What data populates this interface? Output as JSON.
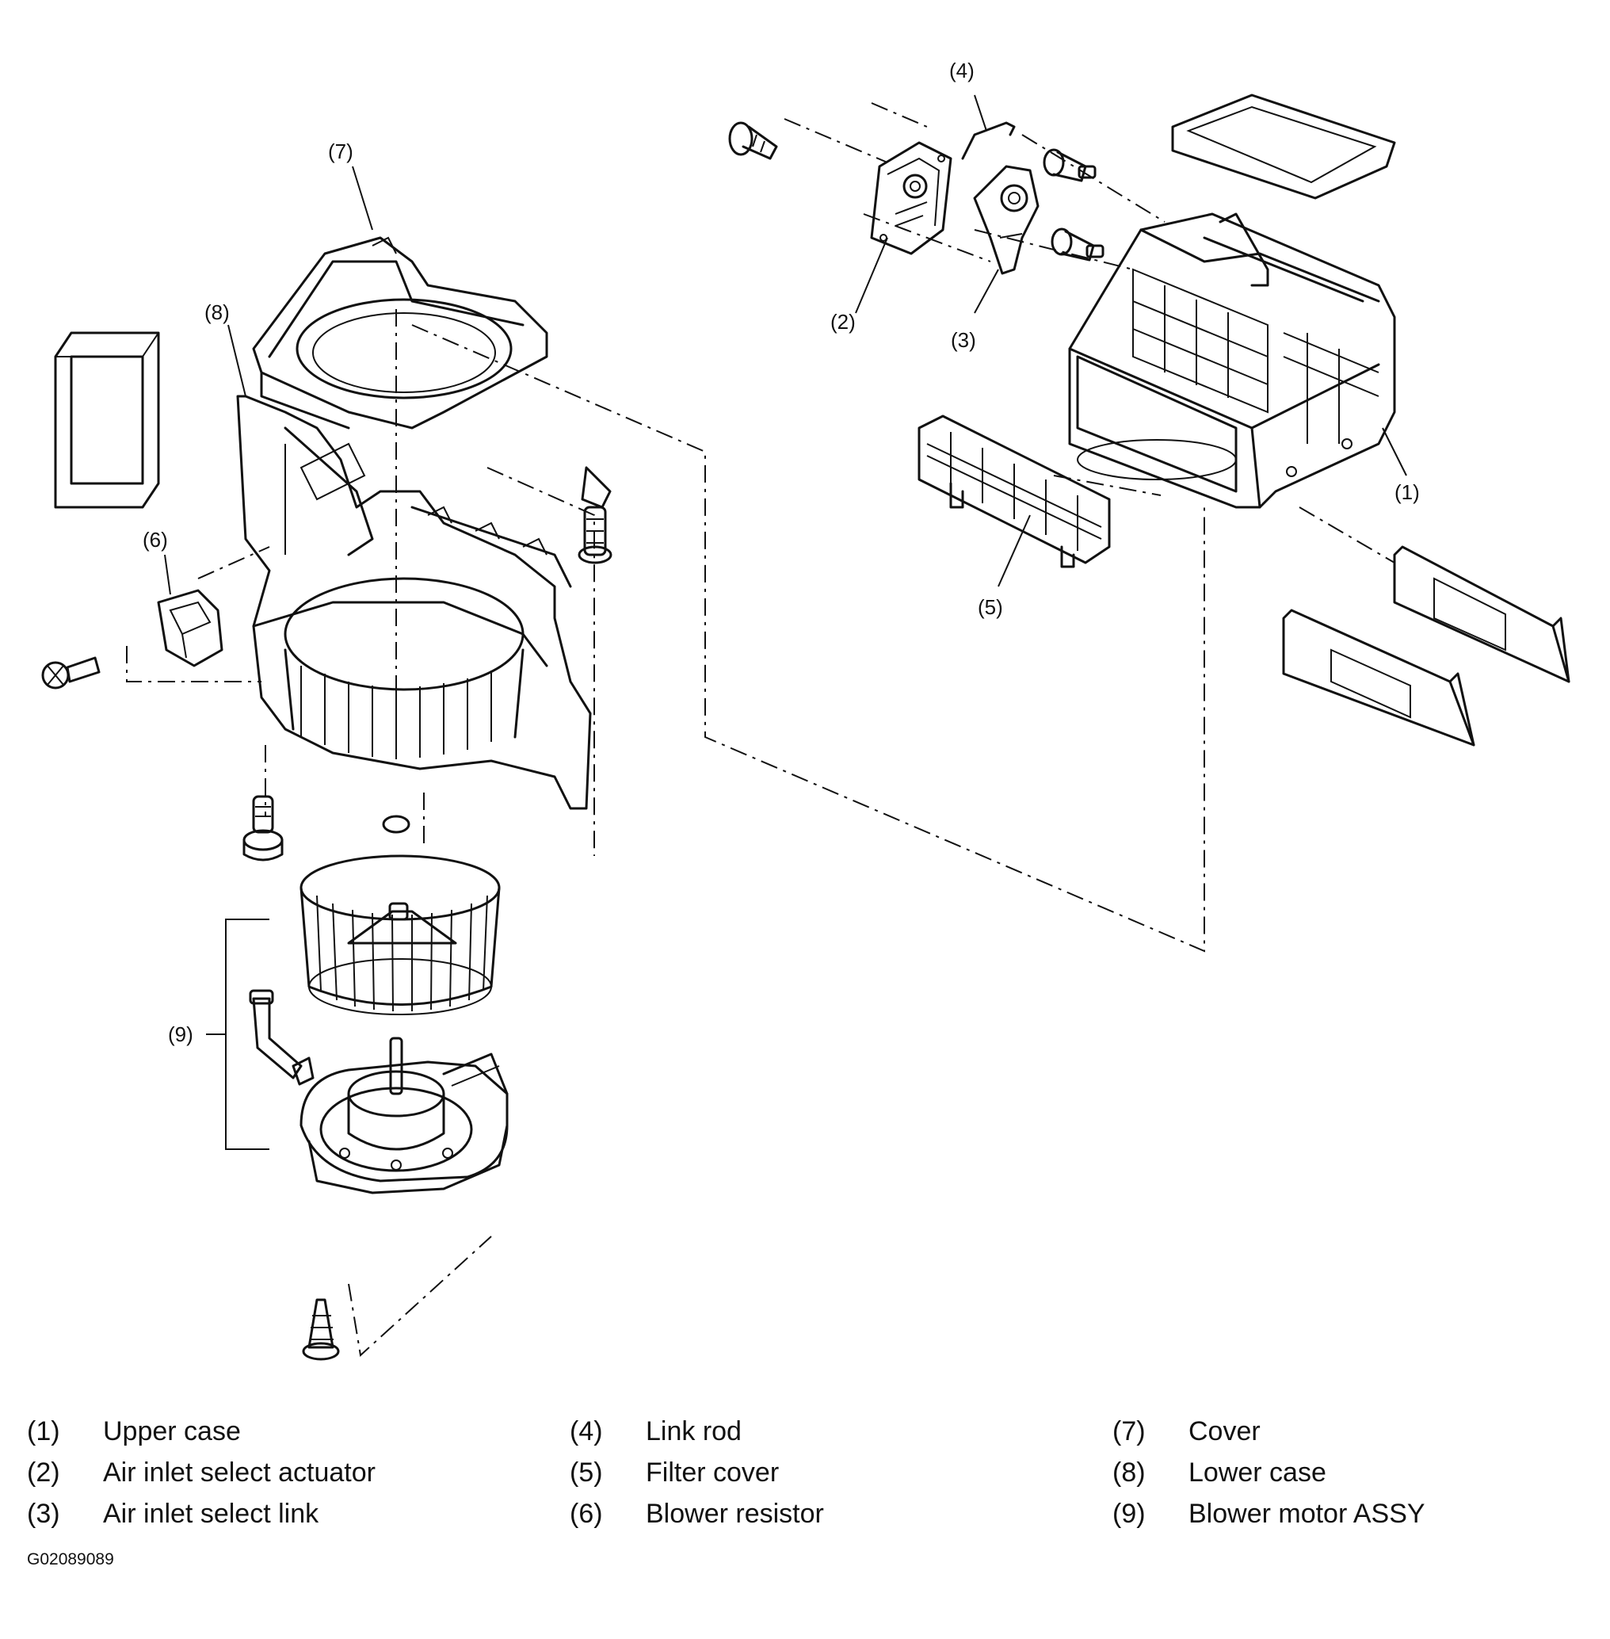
{
  "callouts": {
    "c1": "(1)",
    "c2": "(2)",
    "c3": "(3)",
    "c4": "(4)",
    "c5": "(5)",
    "c6": "(6)",
    "c7": "(7)",
    "c8": "(8)",
    "c9": "(9)"
  },
  "legend": [
    {
      "num": "(1)",
      "text": "Upper case"
    },
    {
      "num": "(2)",
      "text": "Air inlet select actuator"
    },
    {
      "num": "(3)",
      "text": "Air inlet select link"
    },
    {
      "num": "(4)",
      "text": "Link rod"
    },
    {
      "num": "(5)",
      "text": "Filter cover"
    },
    {
      "num": "(6)",
      "text": "Blower resistor"
    },
    {
      "num": "(7)",
      "text": "Cover"
    },
    {
      "num": "(8)",
      "text": "Lower case"
    },
    {
      "num": "(9)",
      "text": "Blower motor ASSY"
    }
  ],
  "figure_code": "G02089089"
}
